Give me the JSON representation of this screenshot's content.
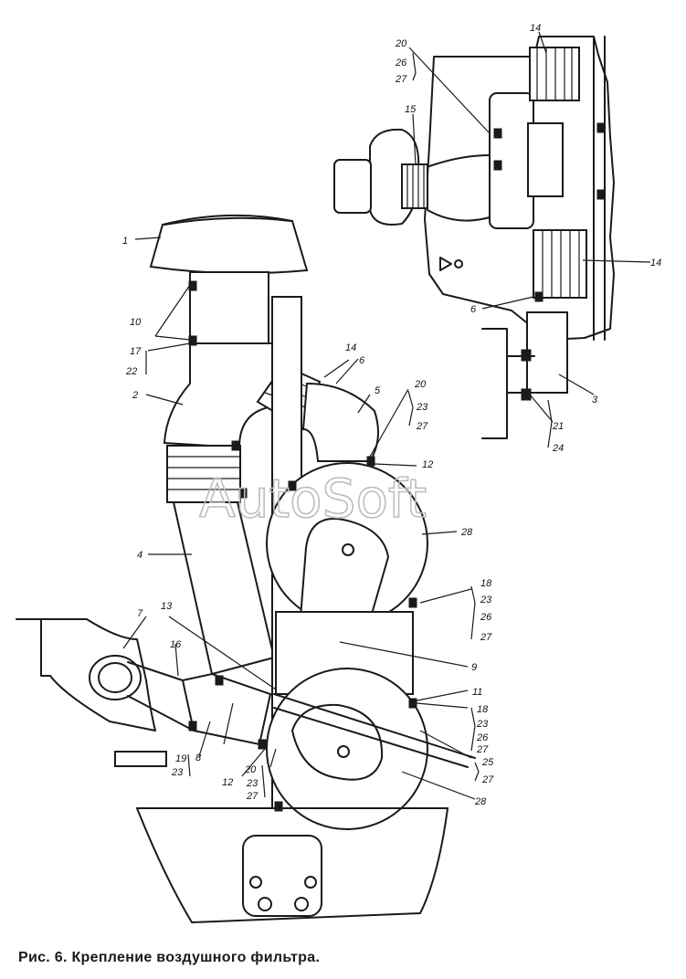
{
  "caption": "Рис. 6. Крепление воздушного фильтра.",
  "watermark": "AutoSoft",
  "callouts": {
    "c20a": "20",
    "c26a": "26",
    "c27a": "27",
    "c14a": "14",
    "c15": "15",
    "c14b": "14",
    "c6a": "6",
    "c3": "3",
    "c21": "21",
    "c24": "24",
    "c1": "1",
    "c10": "10",
    "c17": "17",
    "c22": "22",
    "c2": "2",
    "c14c": "14",
    "c6b": "6",
    "c5": "5",
    "c20b": "20",
    "c23b": "23",
    "c27b": "27",
    "c12a": "12",
    "c4": "4",
    "c28a": "28",
    "c18a": "18",
    "c23c": "23",
    "c26c": "26",
    "c27c": "27",
    "c7": "7",
    "c16": "16",
    "c13": "13",
    "c9": "9",
    "c11": "11",
    "c18b": "18",
    "c23d": "23",
    "c26d": "26",
    "c27d": "27",
    "c25": "25",
    "c27e": "27",
    "c28b": "28",
    "c19": "19",
    "c23e": "23",
    "c8": "8",
    "c12b": "12",
    "c20f": "20",
    "c23f": "23",
    "c27f": "27"
  },
  "colors": {
    "ink": "#1a1a1a",
    "paper": "#ffffff",
    "watermark": "#bdbdbd"
  }
}
